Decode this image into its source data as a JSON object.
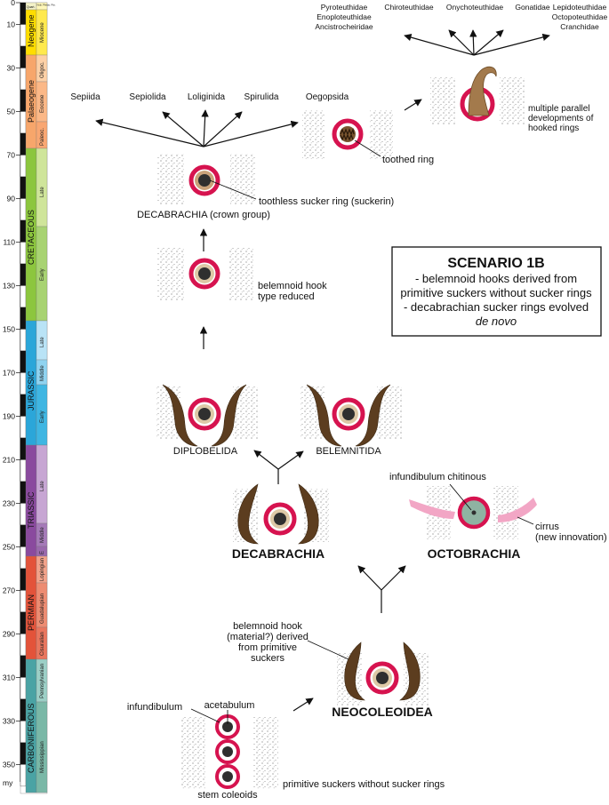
{
  "timescale": {
    "unit": "my",
    "ticks": [
      "0",
      "10",
      "30",
      "50",
      "70",
      "90",
      "110",
      "130",
      "150",
      "170",
      "190",
      "210",
      "230",
      "250",
      "270",
      "290",
      "310",
      "330",
      "350"
    ],
    "header": [
      "Quart.",
      "Holo. Pleisto. Plio."
    ],
    "periods": [
      {
        "name": "Neogene",
        "color": "#ffdd00"
      },
      {
        "name": "Palaeogene",
        "color": "#f7a66b"
      },
      {
        "name": "CRETACEOUS",
        "color": "#8cc63e"
      },
      {
        "name": "JURASSIC",
        "color": "#2ba6d9"
      },
      {
        "name": "TRIASSIC",
        "color": "#8a4a9e"
      },
      {
        "name": "PERMIAN",
        "color": "#e3533a"
      },
      {
        "name": "CARBONIFEROUS",
        "color": "#4aa3a4"
      }
    ],
    "epochs": [
      {
        "name": "Miocene",
        "color": "#ffe94d"
      },
      {
        "name": "Oligoc.",
        "color": "#fdd0a6"
      },
      {
        "name": "Eocene",
        "color": "#fbb887"
      },
      {
        "name": "Paleoc.",
        "color": "#f9a772"
      },
      {
        "name": "Late",
        "color": "#cfe59a"
      },
      {
        "name": "Early",
        "color": "#a8d372"
      },
      {
        "name": "Late",
        "color": "#b9e3f6"
      },
      {
        "name": "Middle",
        "color": "#8fd3f0"
      },
      {
        "name": "Early",
        "color": "#3fb6e2"
      },
      {
        "name": "Late",
        "color": "#c7a6d3"
      },
      {
        "name": "Middle",
        "color": "#a57ab8"
      },
      {
        "name": "E",
        "color": "#9a69ad"
      },
      {
        "name": "Lopingian",
        "color": "#f2a28a"
      },
      {
        "name": "Guadalupian",
        "color": "#ed8c72"
      },
      {
        "name": "Cisuralian",
        "color": "#e9765e"
      },
      {
        "name": "Pennsylvanian",
        "color": "#9ccfc6"
      },
      {
        "name": "Mississippian",
        "color": "#7ab8a7"
      }
    ]
  },
  "labels": {
    "fam_left": [
      "Pyroteuthidae",
      "Enoploteuthidae",
      "Ancistrocheiridae"
    ],
    "fam_chiro": "Chiroteuthidae",
    "fam_onycho": "Onychoteuthidae",
    "fam_gonat": "Gonatidae",
    "fam_right": [
      "Lepidoteuthidae",
      "Octopoteuthidae",
      "Cranchidae"
    ],
    "sepiida": "Sepiida",
    "sepiolida": "Sepiolida",
    "loliginida": "Loliginida",
    "spirulida": "Spirulida",
    "oegopsida": "Oegopsida",
    "multiple": [
      "multiple parallel",
      "developments of",
      "hooked rings"
    ],
    "toothed": "toothed ring",
    "toothless": "toothless sucker ring (suckerin)",
    "crown": "DECABRACHIA (crown group)",
    "hook_reduced": [
      "belemnoid hook",
      "type reduced"
    ],
    "diplobelida": "DIPLOBELIDA",
    "belemnitida": "BELEMNITIDA",
    "decabrachia": "DECABRACHIA",
    "octobrachia": "OCTOBRACHIA",
    "infund_chitinous": "infundibulum chitinous",
    "cirrus": [
      "cirrus",
      "(new innovation)"
    ],
    "hook_derived": [
      "belemnoid hook",
      "(material?) derived",
      "from primitive",
      "suckers"
    ],
    "neocoleoidea": "NEOCOLEOIDEA",
    "infundibulum": "infundibulum",
    "acetabulum": "acetabulum",
    "primitive": "primitive suckers without sucker rings",
    "stem": "stem coleoids"
  },
  "scenario": {
    "title": "SCENARIO 1B",
    "lines": [
      "- belemnoid hooks derived from",
      "primitive suckers without sucker rings",
      "- decabrachian sucker rings  evolved"
    ],
    "italic": "de novo"
  },
  "colors": {
    "ring_red": "#d6134f",
    "core_dark": "#2f2f2f",
    "hook_brown": "#5c3d1f",
    "tan": "#c9a27a",
    "cirrus_pink": "#f2a6c5",
    "octo_green": "#8fb3a2"
  }
}
